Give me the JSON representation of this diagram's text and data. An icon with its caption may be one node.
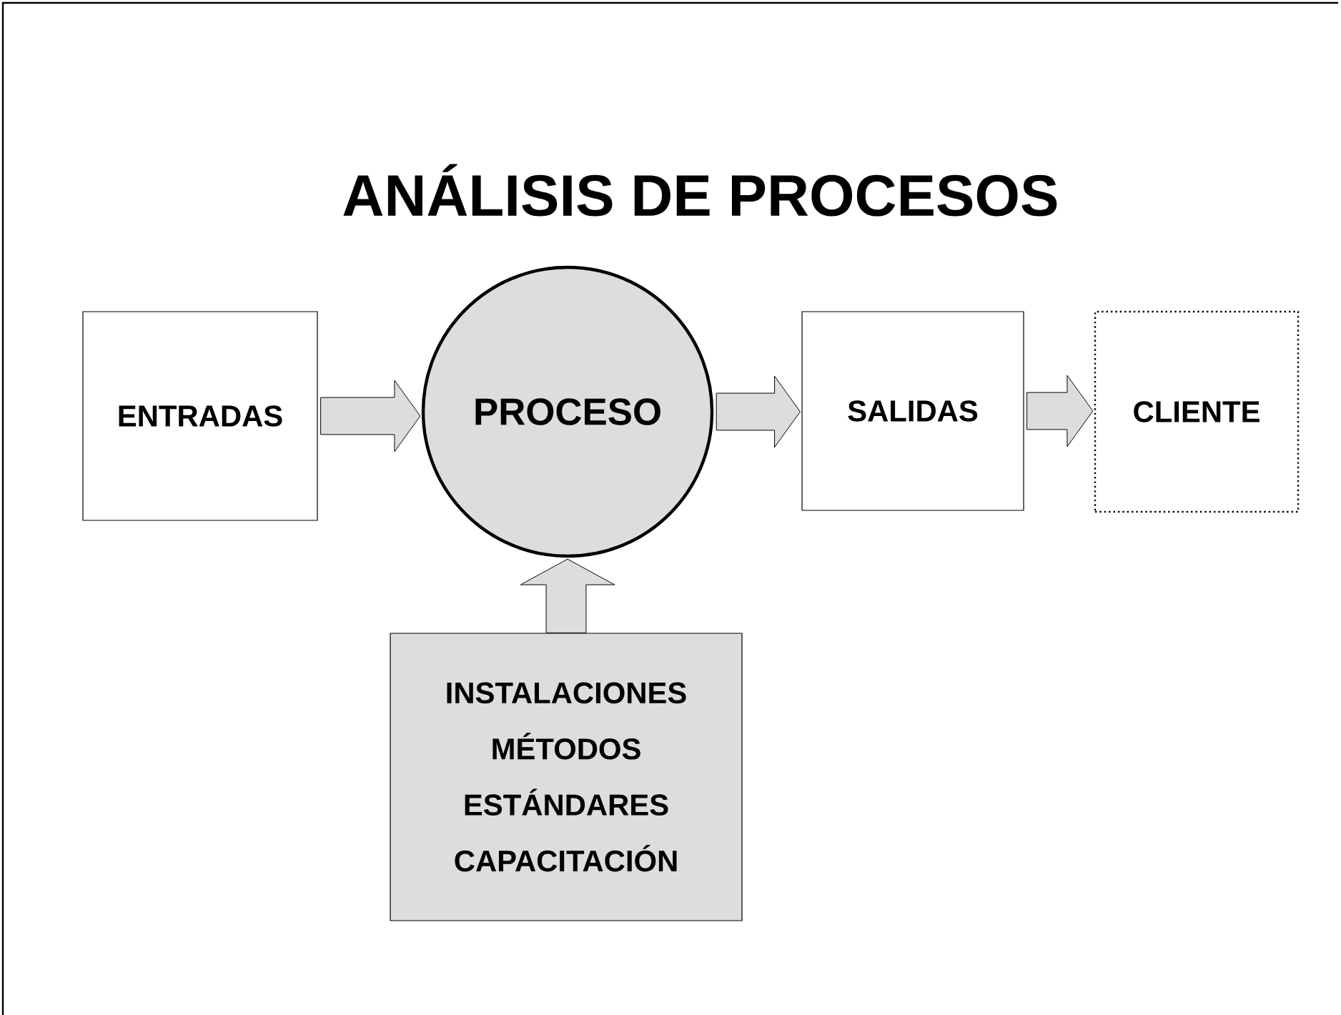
{
  "diagram": {
    "title": "ANÁLISIS DE PROCESOS",
    "nodes": [
      {
        "text": [
          "ENTRADAS"
        ]
      },
      {
        "text": [
          "PROCESO"
        ]
      },
      {
        "text": [
          "SALIDAS"
        ]
      },
      {
        "text": [
          "CLIENTE"
        ]
      },
      {
        "text": [
          "INSTALACIONES",
          "MÉTODOS",
          "ESTÁNDARES",
          "CAPACITACIÓN"
        ]
      }
    ],
    "edges": [
      {
        "from": 0,
        "to": 1,
        "arrow": "to"
      },
      {
        "from": 1,
        "to": 2,
        "arrow": "to"
      },
      {
        "from": 2,
        "to": 3,
        "arrow": "to"
      },
      {
        "from": 4,
        "to": 1,
        "arrow": "to"
      }
    ]
  }
}
